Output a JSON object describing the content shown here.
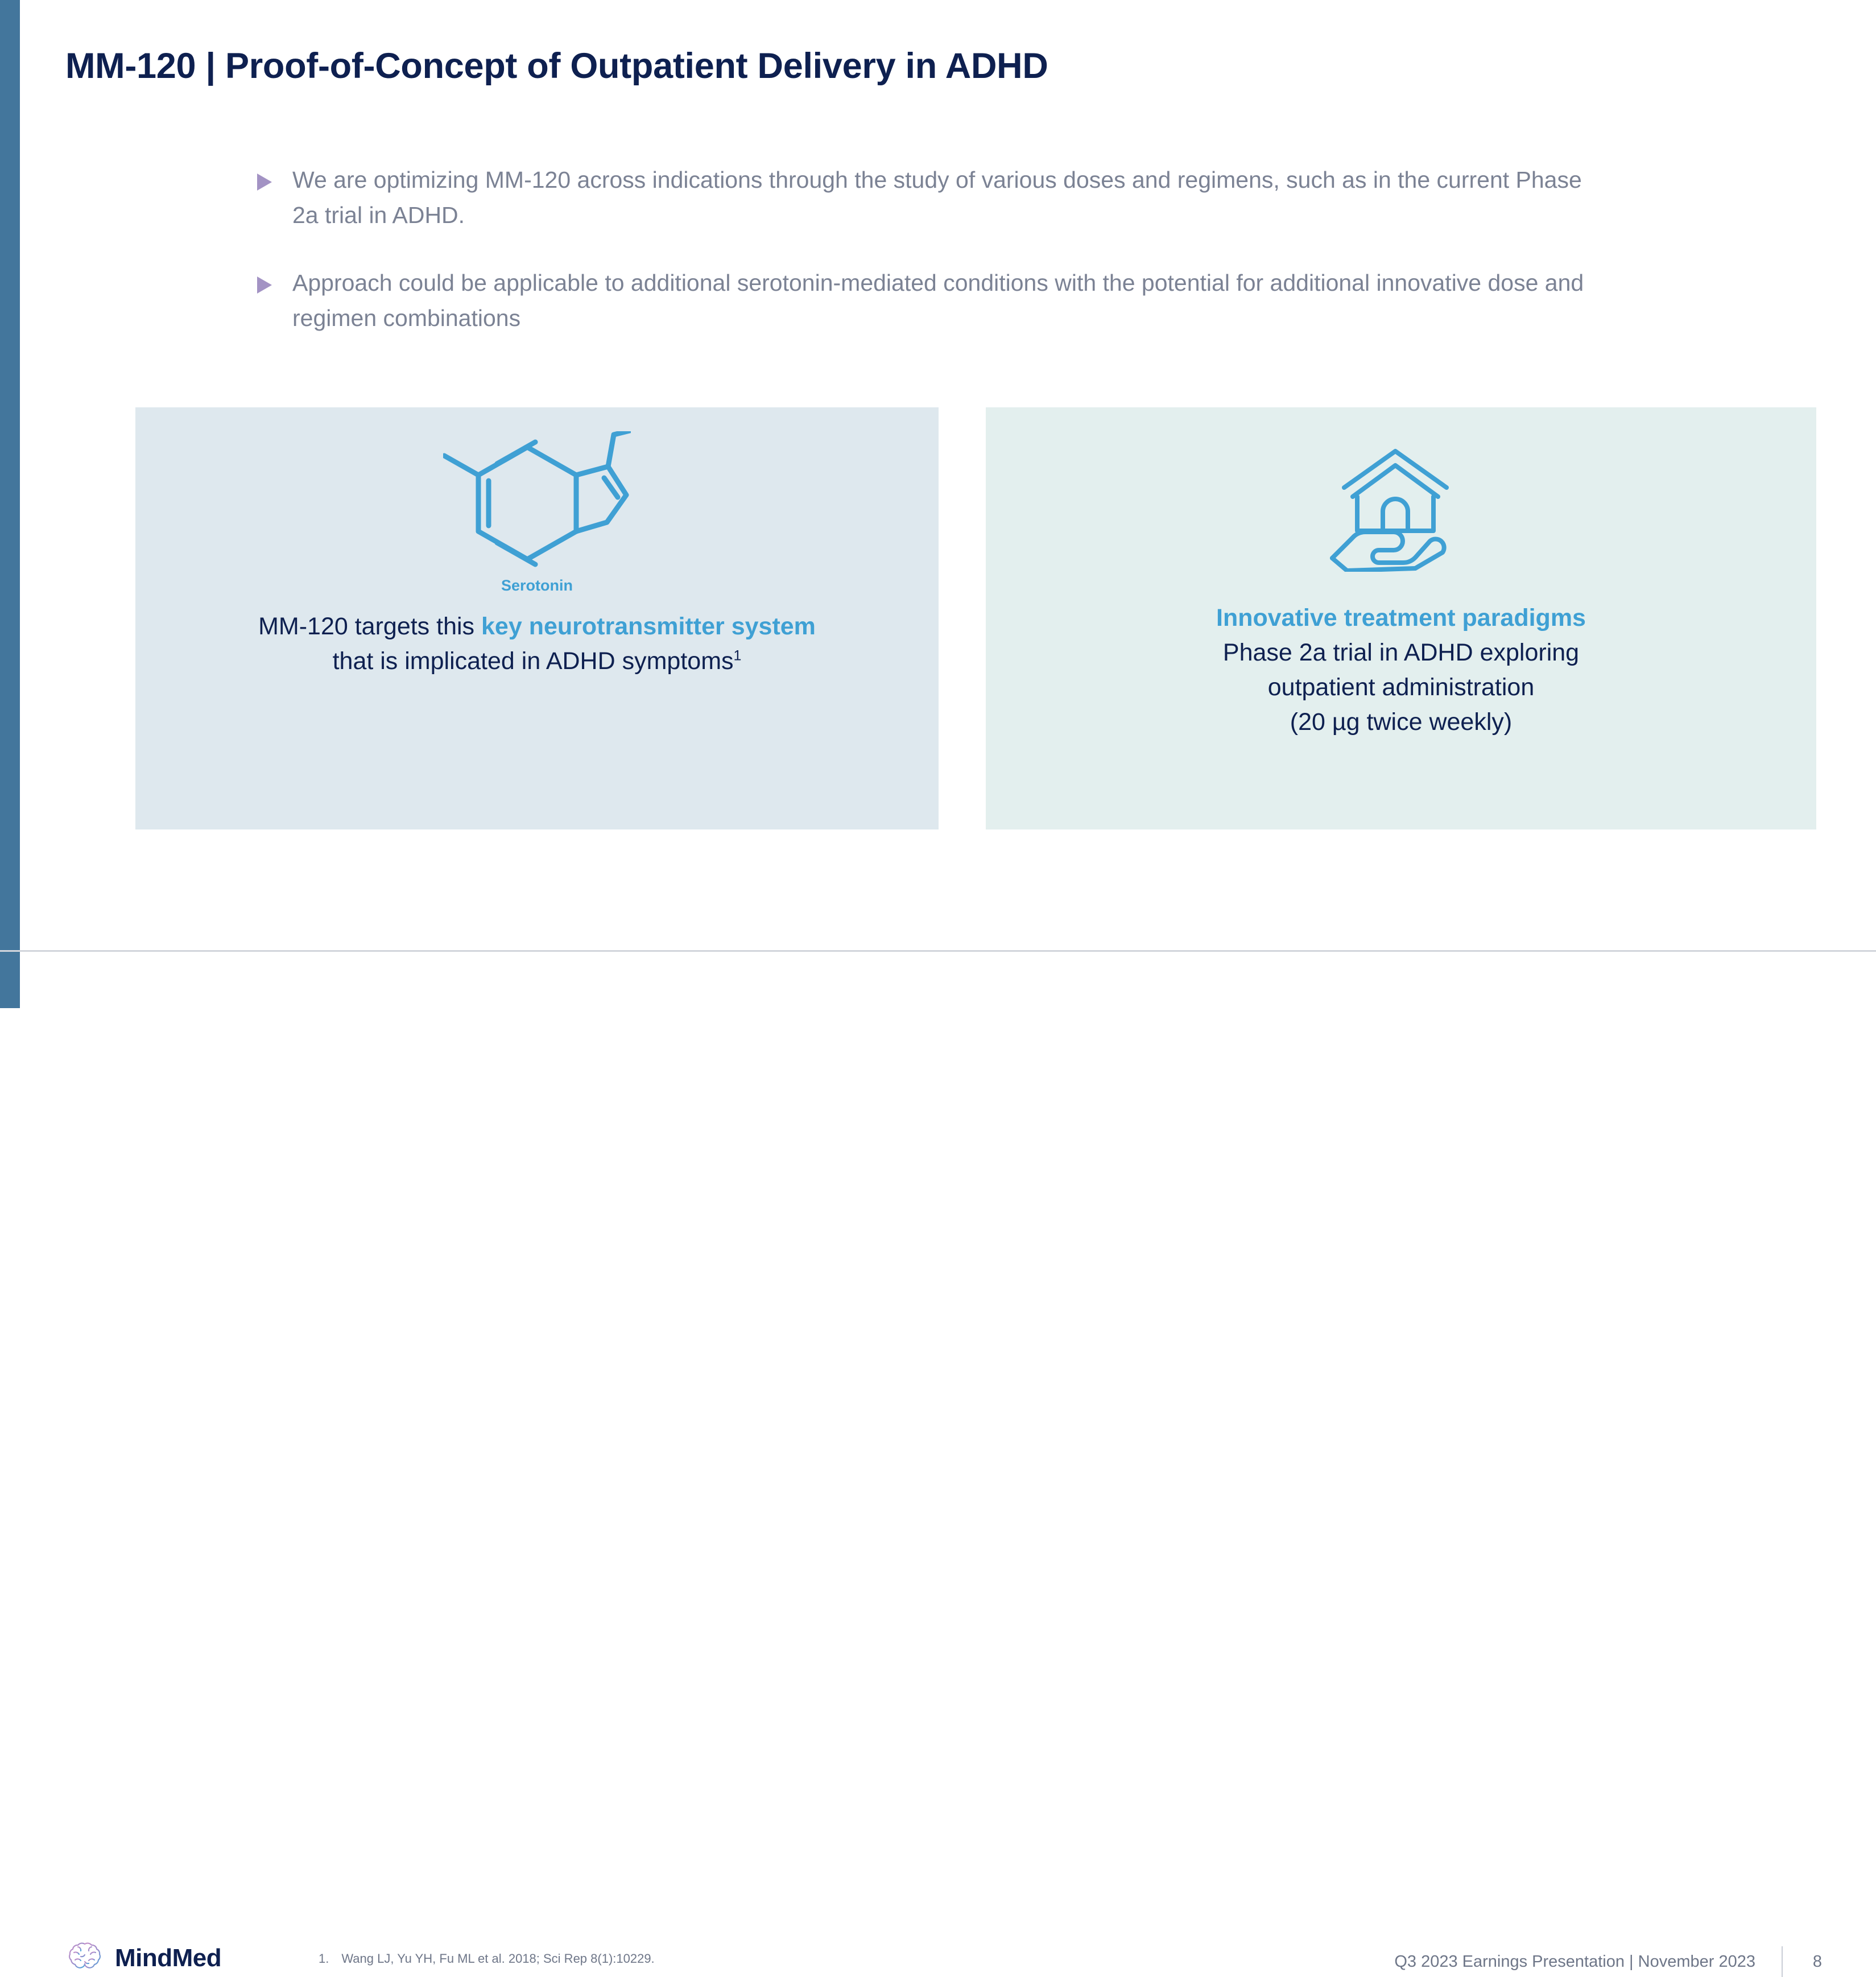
{
  "slide": {
    "title": "MM-120 | Proof-of-Concept of Outpatient Delivery in ADHD",
    "accent_bar_color": "#43769C",
    "background_color": "#FFFFFF"
  },
  "bullets": [
    {
      "marker": "triangle-bullet",
      "text": "We are optimizing MM-120 across indications through the study of various doses and regimens, such as in the current Phase 2a trial in ADHD."
    },
    {
      "marker": "triangle-bullet",
      "text": "Approach could be applicable to additional serotonin-mediated conditions with the potential for additional innovative dose and regimen combinations"
    }
  ],
  "cards": {
    "left": {
      "background_color": "#DEE8EE",
      "icon": "serotonin-molecule-icon",
      "icon_label": "Serotonin",
      "text_lead": "MM-120 targets this ",
      "text_highlight": "key neurotransmitter system",
      "text_tail": "that is implicated in ADHD symptoms",
      "footnote_marker": "1"
    },
    "right": {
      "background_color": "#E3EFEE",
      "icon": "house-in-hand-icon",
      "heading": "Innovative treatment paradigms",
      "lines": [
        "Phase 2a trial in ADHD exploring",
        "outpatient administration",
        "(20 µg twice weekly)"
      ]
    }
  },
  "footer": {
    "logo": "mindmed-brain-logo",
    "brand_name": "MindMed",
    "citation_number": "1.",
    "citation_text": "Wang LJ, Yu YH, Fu ML et al. 2018; Sci Rep 8(1):10229.",
    "deck_label": "Q3 2023 Earnings Presentation | November 2023",
    "page_number": "8"
  },
  "colors": {
    "navy": "#0E2050",
    "accent_blue": "#3FA0D4",
    "body_gray": "#7B8294",
    "bullet_purple": "#A393C4"
  }
}
